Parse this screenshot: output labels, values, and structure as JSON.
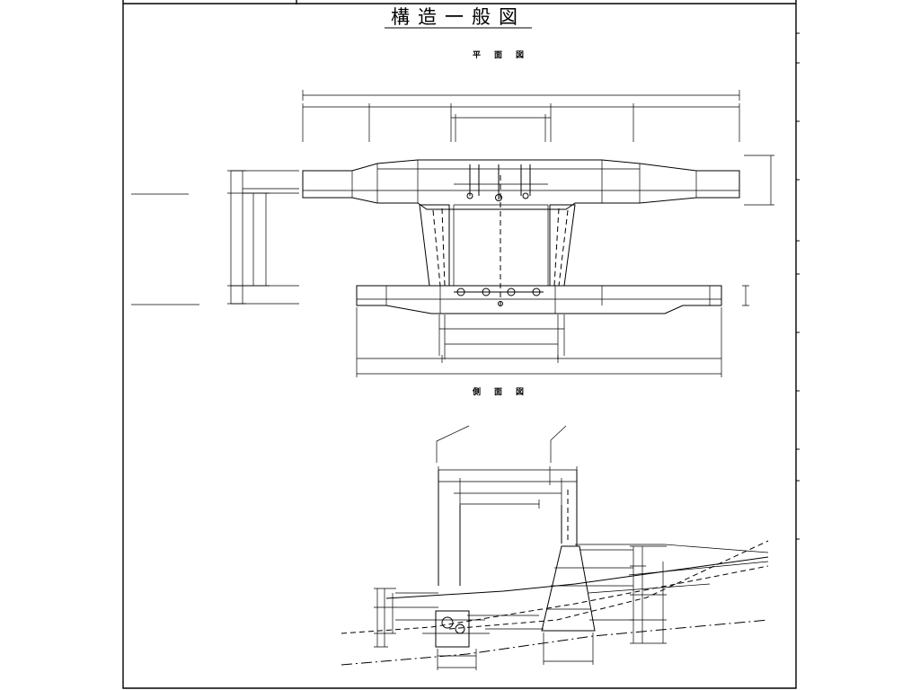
{
  "drawing": {
    "title": "構造一般図",
    "plan_view_label": "平面図",
    "side_view_label": "側面図"
  },
  "colors": {
    "line": "#000000",
    "background": "#ffffff"
  }
}
